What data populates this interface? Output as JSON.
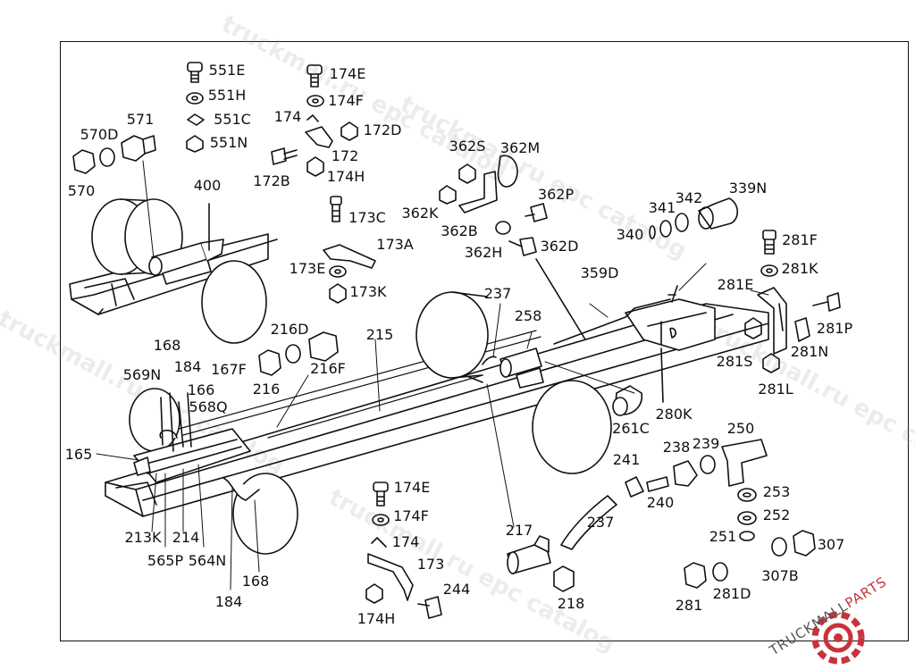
{
  "labels": {
    "l551E": "551E",
    "l551H": "551H",
    "l551C": "551C",
    "l551N": "551N",
    "l174E_top": "174E",
    "l174F_top": "174F",
    "l174_top": "174",
    "l172D": "172D",
    "l172": "172",
    "l172B": "172B",
    "l174H_top": "174H",
    "l570D": "570D",
    "l571": "571",
    "l570": "570",
    "l400": "400",
    "l173C": "173C",
    "l173A": "173A",
    "l173E": "173E",
    "l173K": "173K",
    "l362S": "362S",
    "l362M": "362M",
    "l362K": "362K",
    "l362P": "362P",
    "l362B": "362B",
    "l362D": "362D",
    "l362H": "362H",
    "l341": "341",
    "l342": "342",
    "l339N": "339N",
    "l340": "340",
    "l281F": "281F",
    "l281K": "281K",
    "l281E": "281E",
    "l281P": "281P",
    "l281S": "281S",
    "l281N": "281N",
    "l281L": "281L",
    "l359D": "359D",
    "l237_top": "237",
    "l258": "258",
    "l280K": "280K",
    "l261C": "261C",
    "l216D": "216D",
    "l215": "215",
    "l216": "216",
    "l216F": "216F",
    "l168_top": "168",
    "l569N": "569N",
    "l184_top": "184",
    "l167F": "167F",
    "l166": "166",
    "l568Q": "568Q",
    "l165": "165",
    "l213K": "213K",
    "l214": "214",
    "l565P": "565P",
    "l564N": "564N",
    "l184_bot": "184",
    "l168_bot": "168",
    "l174E_mid": "174E",
    "l174F_mid": "174F",
    "l174_mid": "174",
    "l173": "173",
    "l244": "244",
    "l174H_mid": "174H",
    "l217": "217",
    "l218": "218",
    "l237_bot": "237",
    "l241": "241",
    "l240": "240",
    "l238": "238",
    "l239": "239",
    "l250": "250",
    "l253": "253",
    "l252": "252",
    "l251": "251",
    "l307": "307",
    "l307B": "307B",
    "l281": "281",
    "l281D": "281D"
  },
  "watermarks": [
    "truckmall.ru epc catalog",
    "truckmall.ru epc catalog",
    "truckmall.ru epc catalog",
    "truckmall.ru epc catalog",
    "truckmall.ru epc catalog"
  ],
  "logo": {
    "text_a": "TRUCKMALL",
    "text_b": "PARTS",
    "accent_color": "#c8323c",
    "icon": "gear-logo-icon"
  }
}
